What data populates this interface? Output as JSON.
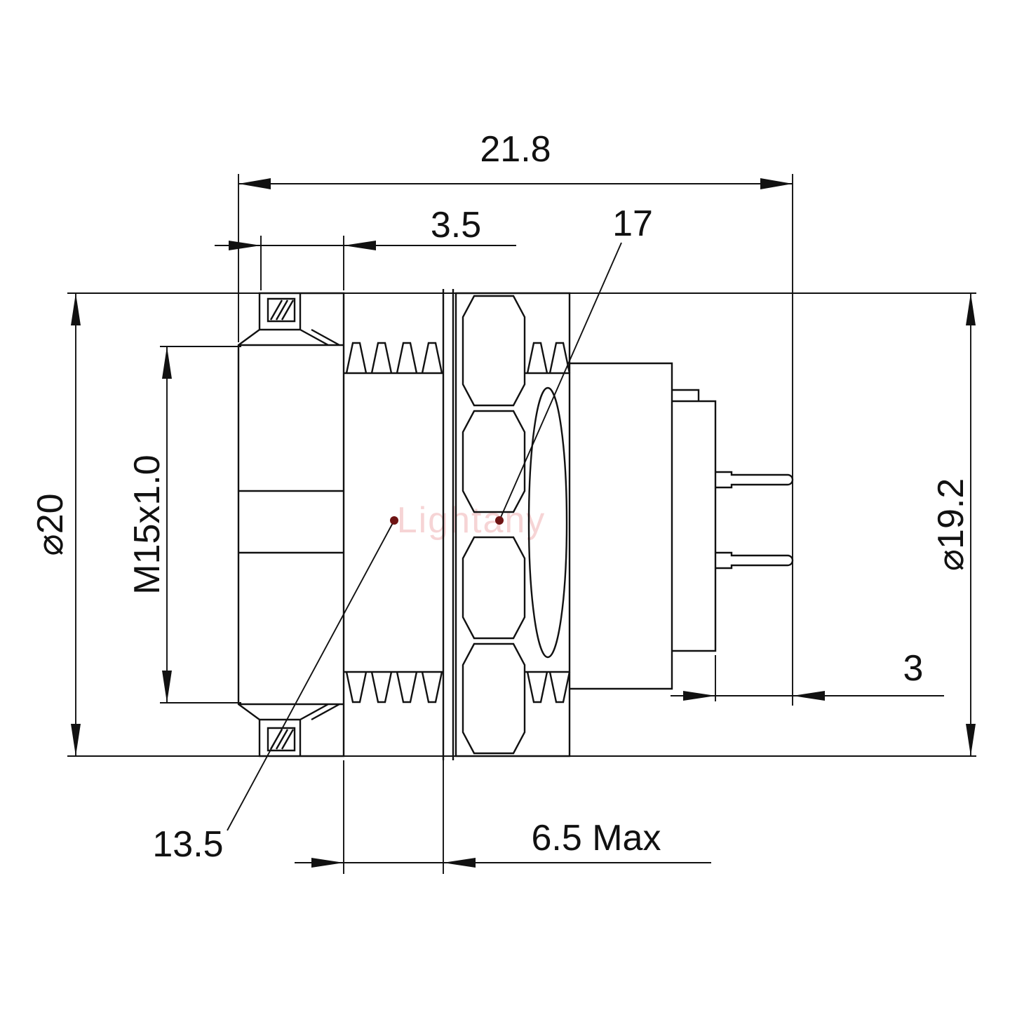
{
  "colors": {
    "line": "#111111",
    "leader_dot": "#6e1414",
    "watermark": "#f4c6c8",
    "background": "#ffffff"
  },
  "watermark": {
    "text": "Lightany"
  },
  "drawing": {
    "labels": {
      "overall_length": "21.8",
      "flange_thickness": "3.5",
      "hex_size": "17",
      "front_diameter": "⌀20",
      "thread_spec": "M15x1.0",
      "rear_diameter": "⌀19.2",
      "pin_length": "3",
      "thread_length": "13.5",
      "panel_thickness_max": "6.5 Max"
    }
  }
}
